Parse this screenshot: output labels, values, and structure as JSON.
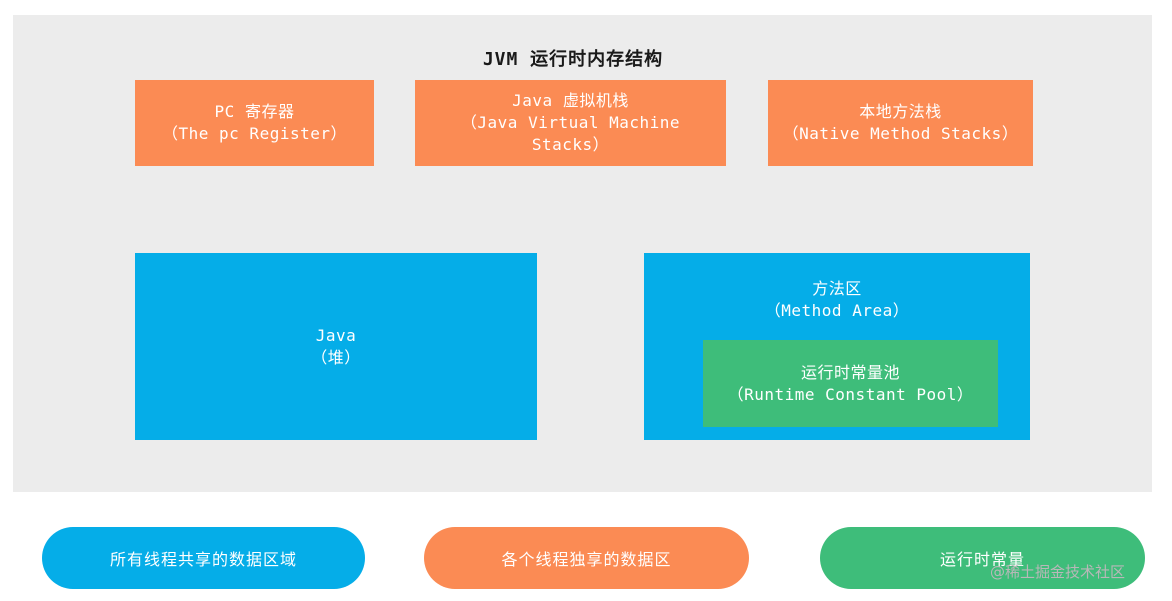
{
  "title": "JVM 运行时内存结构",
  "boxes": {
    "pc_register": {
      "line1": "PC 寄存器",
      "line2": "（The pc Register）"
    },
    "jvm_stack": {
      "line1": "Java 虚拟机栈",
      "line2": "（Java Virtual Machine",
      "line3": "Stacks）"
    },
    "native_stack": {
      "line1": "本地方法栈",
      "line2": "（Native Method Stacks）"
    },
    "java_heap": {
      "line1": "Java",
      "line2": "（堆）"
    },
    "method_area": {
      "line1": "方法区",
      "line2": "（Method Area）"
    },
    "runtime_pool": {
      "line1": "运行时常量池",
      "line2": "（Runtime Constant Pool）"
    }
  },
  "legend": {
    "shared": "所有线程共享的数据区域",
    "private": "各个线程独享的数据区",
    "constant": "运行时常量"
  },
  "watermark": "@稀土掘金技术社区",
  "colors": {
    "panel": "#ececec",
    "orange": "#fb8b54",
    "blue": "#05ade8",
    "green": "#3ebd7a"
  }
}
